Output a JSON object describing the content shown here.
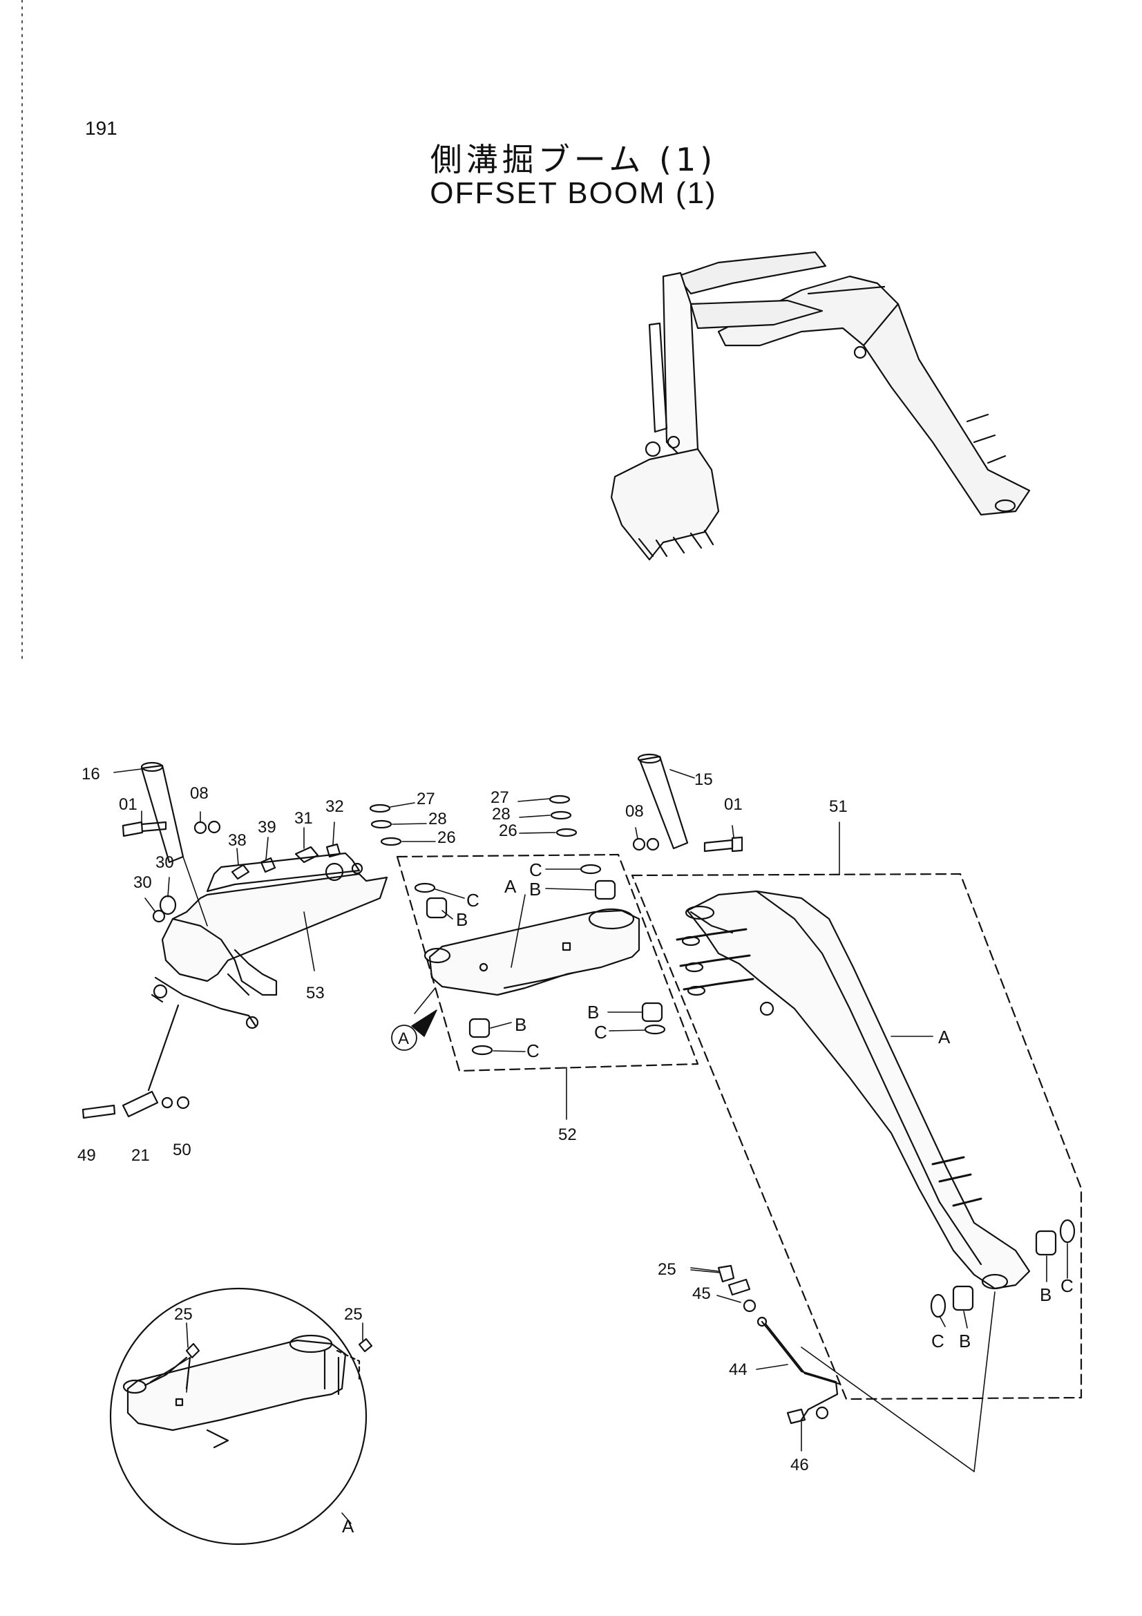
{
  "page_number": "191",
  "title": {
    "jp": "側溝掘ブーム (1)",
    "en": "OFFSET BOOM (1)"
  },
  "callouts": {
    "c01a": "01",
    "c01b": "01",
    "c08a": "08",
    "c08b": "08",
    "c15": "15",
    "c16": "16",
    "c21": "21",
    "c25a": "25",
    "c25b": "25",
    "c25c": "25",
    "c26a": "26",
    "c26b": "26",
    "c27a": "27",
    "c27b": "27",
    "c28a": "28",
    "c28b": "28",
    "c30a": "30",
    "c30b": "30",
    "c31": "31",
    "c32": "32",
    "c38": "38",
    "c39": "39",
    "c44": "44",
    "c45": "45",
    "c46": "46",
    "c49": "49",
    "c50": "50",
    "c51": "51",
    "c52": "52",
    "c53": "53"
  },
  "letters": {
    "A1": "A",
    "A2": "A",
    "A3": "A",
    "A_circle": "A",
    "B1": "B",
    "B2": "B",
    "B3": "B",
    "B4": "B",
    "B5": "B",
    "B6": "B",
    "C1": "C",
    "C2": "C",
    "C3": "C",
    "C4": "C",
    "C5": "C",
    "C6": "C"
  }
}
